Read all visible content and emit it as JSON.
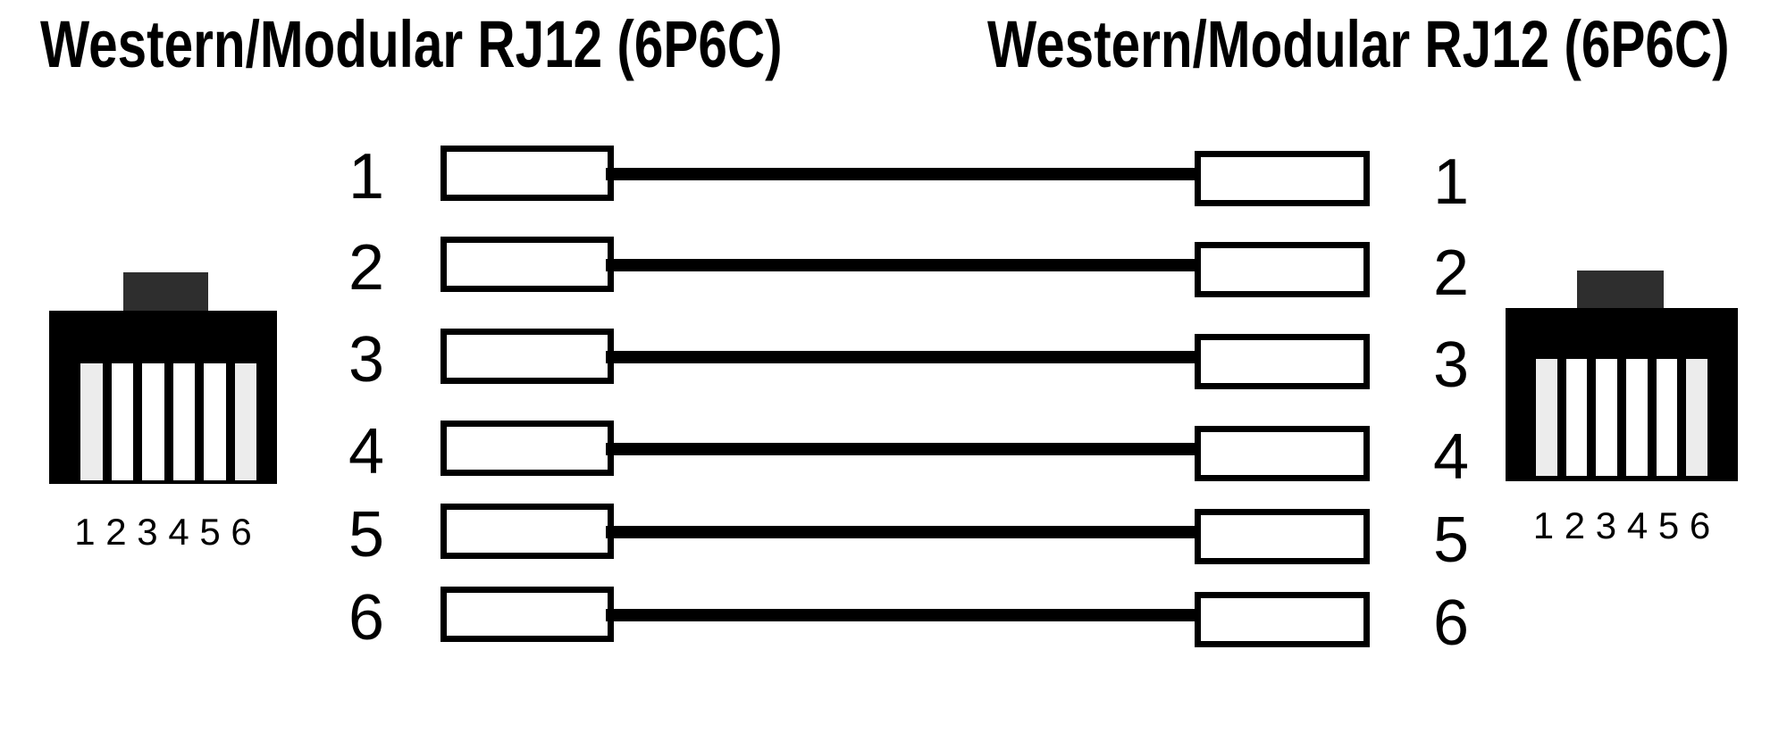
{
  "titles": {
    "left": "Western/Modular RJ12 (6P6C)",
    "right": "Western/Modular RJ12 (6P6C)"
  },
  "connectors": {
    "left": {
      "pin_labels": "1 2 3 4 5 6",
      "pin_count": 6
    },
    "right": {
      "pin_labels": "1 2 3 4 5 6",
      "pin_count": 6
    }
  },
  "wiring": {
    "rows": [
      {
        "left_pin": "1",
        "right_pin": "1"
      },
      {
        "left_pin": "2",
        "right_pin": "2"
      },
      {
        "left_pin": "3",
        "right_pin": "3"
      },
      {
        "left_pin": "4",
        "right_pin": "4"
      },
      {
        "left_pin": "5",
        "right_pin": "5"
      },
      {
        "left_pin": "6",
        "right_pin": "6"
      }
    ]
  },
  "colors": {
    "ink": "#000000",
    "connector_shell": "#000000",
    "latch_tab": "#2e2e2e",
    "slot_fill": "#ffffff",
    "slot_fill_outer": "#ececec",
    "wire": "#000000",
    "background": "#ffffff"
  }
}
